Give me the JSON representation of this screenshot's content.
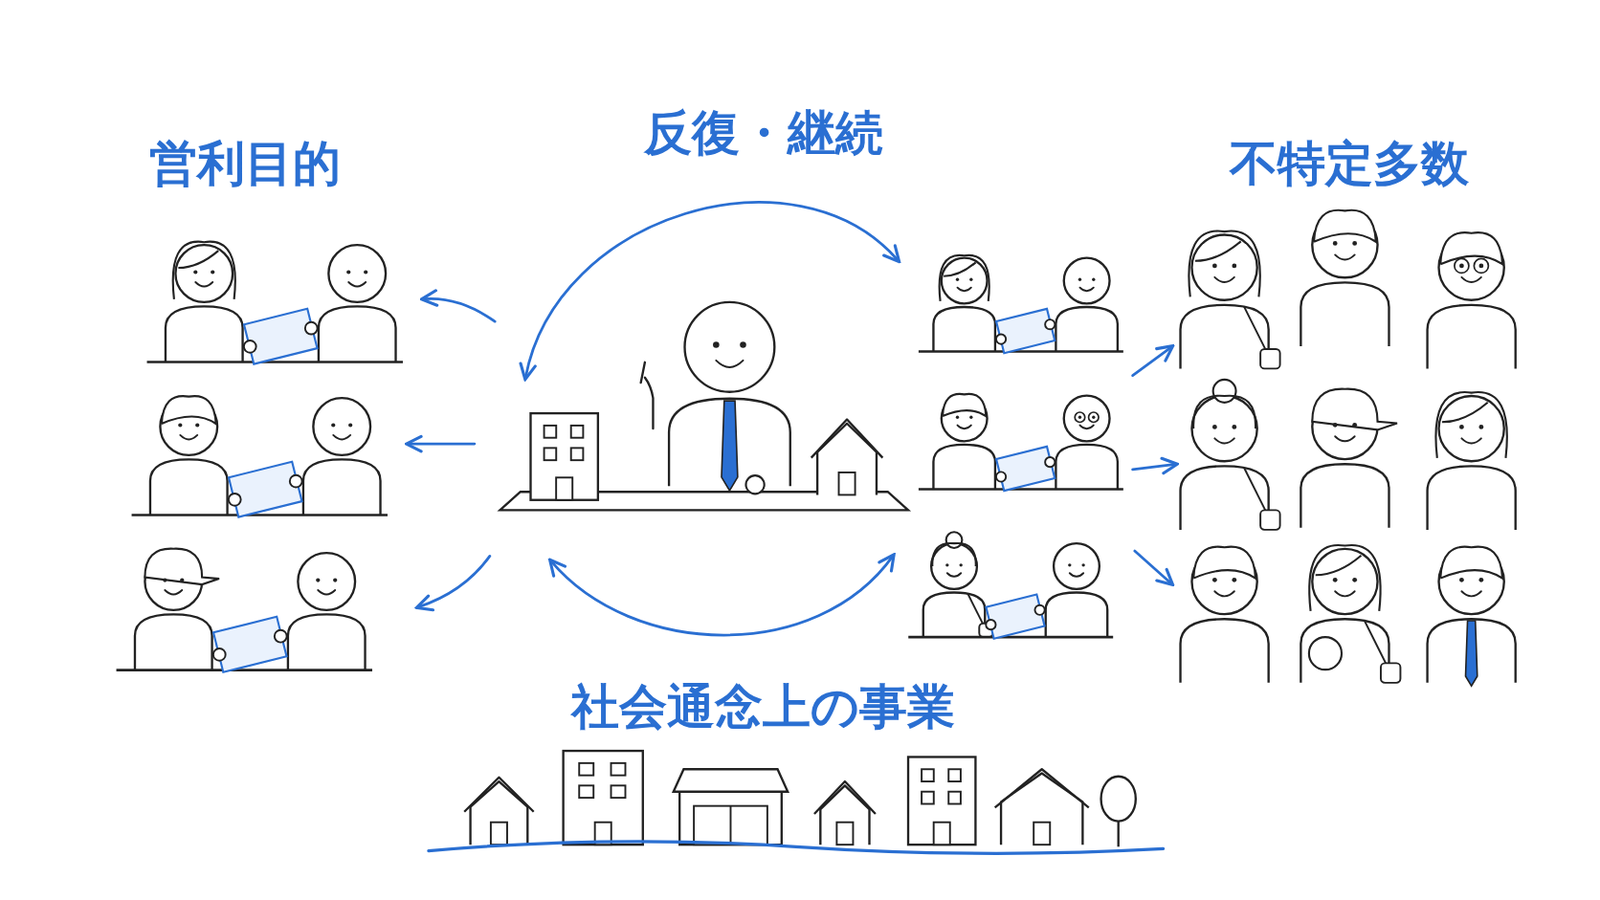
{
  "diagram": {
    "labels": [
      "営利目的",
      "反復・継続",
      "不特定多数",
      "社会通念上の事業"
    ]
  }
}
